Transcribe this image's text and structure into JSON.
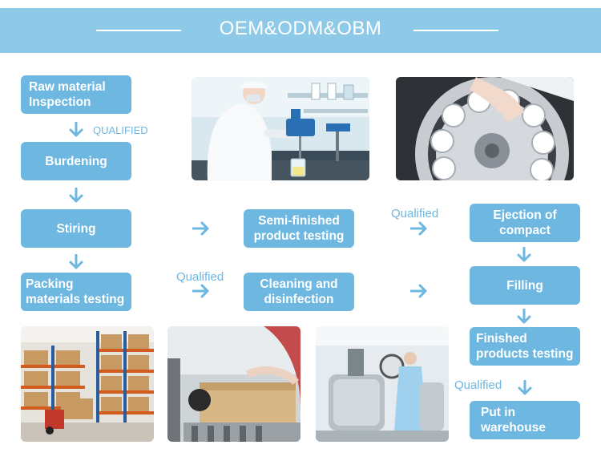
{
  "header": {
    "title": "OEM&ODM&OBM"
  },
  "steps": {
    "raw_material": "Raw material\nInspection",
    "burdening": "Burdening",
    "stiring": "Stiring",
    "packing": "Packing\nmaterials testing",
    "semi_finished": "Semi-finished\nproduct testing",
    "cleaning": "Cleaning and\ndisinfection",
    "ejection": "Ejection of\ncompact",
    "filling": "Filling",
    "finished": "Finished\nproducts testing",
    "warehouse": "Put in\nwarehouse"
  },
  "labels": {
    "qualified_1": "QUALIFIED",
    "qualified_2": "Qualified",
    "qualified_3": "Qualified",
    "qualified_4": "Qualified"
  },
  "colors": {
    "banner": "#8ecae8",
    "step": "#6db7e1",
    "arrow": "#6db7e1",
    "text": "#ffffff"
  },
  "icons": [
    "arrow-down-icon",
    "arrow-right-icon"
  ]
}
